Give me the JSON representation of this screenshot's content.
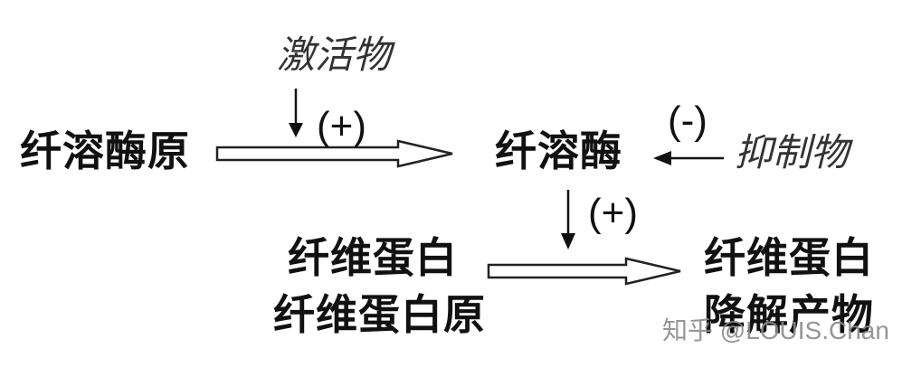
{
  "labels": {
    "plasminogen": "纤溶酶原",
    "plasmin": "纤溶酶",
    "activator": "激活物",
    "inhibitor": "抑制物",
    "fibrin": "纤维蛋白",
    "fibrinogen": "纤维蛋白原",
    "degradation_line1": "纤维蛋白",
    "degradation_line2": "降解产物"
  },
  "signs": {
    "activation_sign": "(+)",
    "inhibition_sign": "(-)",
    "degradation_sign": "(+)"
  },
  "watermark": "知乎 @LOUIS.Chan"
}
